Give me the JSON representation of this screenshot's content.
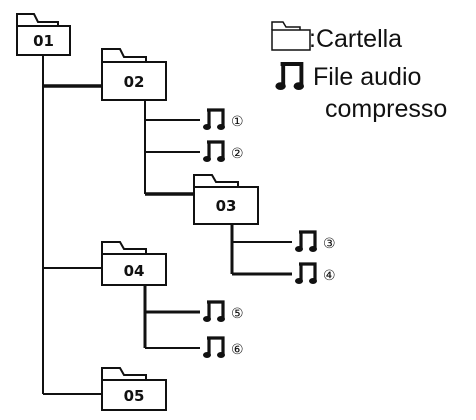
{
  "legend": {
    "folder_label": ":Cartella",
    "audio_label_line1": "File audio",
    "audio_label_line2": "compresso"
  },
  "folders": {
    "f01": "01",
    "f02": "02",
    "f03": "03",
    "f04": "04",
    "f05": "05"
  },
  "files": {
    "a1": "①",
    "a2": "②",
    "a3": "③",
    "a4": "④",
    "a5": "⑤",
    "a6": "⑥"
  }
}
